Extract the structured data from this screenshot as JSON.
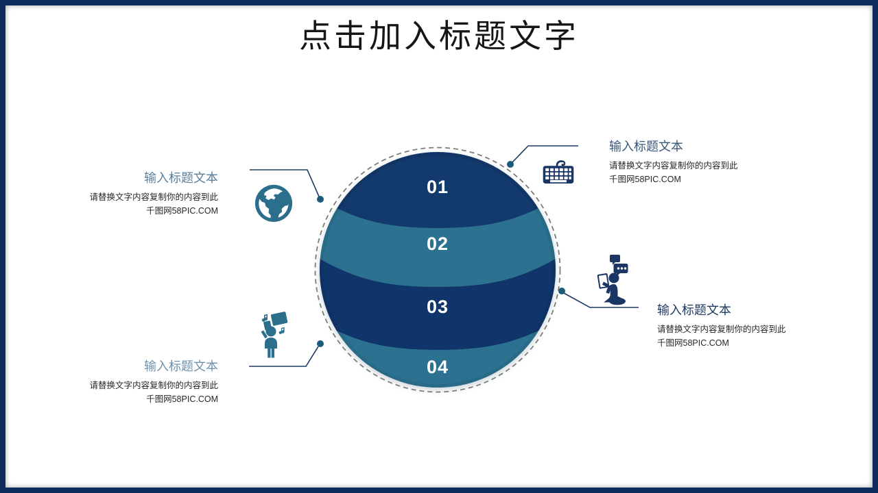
{
  "slide": {
    "title": "点击加入标题文字",
    "frame_color": "#0e2c5c",
    "background_color": "#ffffff"
  },
  "sphere": {
    "dashed_ring_color": "#7c7c74",
    "segments": [
      {
        "number": "01",
        "color": "#133a6d",
        "tone": "dark"
      },
      {
        "number": "02",
        "color": "#2c7290",
        "tone": "teal"
      },
      {
        "number": "03",
        "color": "#10356a",
        "tone": "dark"
      },
      {
        "number": "04",
        "color": "#2c7290",
        "tone": "teal"
      }
    ],
    "highlight_cap_color": "#dde3ec"
  },
  "blocks": [
    {
      "id": "top-left",
      "heading": "输入标题文本",
      "heading_color": "#5d7f9a",
      "line1": "请替换文字内容复制你的内容到此",
      "line2": "千图网58PIC.COM",
      "icon": "globe-icon",
      "icon_color": "#2c6f8d"
    },
    {
      "id": "bottom-left",
      "heading": "输入标题文本",
      "heading_color": "#6f93ad",
      "line1": "请替换文字内容复制你的内容到此",
      "line2": "千图网58PIC.COM",
      "icon": "person-music-icon",
      "icon_color": "#2c6f8d"
    },
    {
      "id": "top-right",
      "heading": "输入标题文本",
      "heading_color": "#3a5878",
      "line1": "请替换文字内容复制你的内容到此",
      "line2": "千图网58PIC.COM",
      "icon": "keyboard-icon",
      "icon_color": "#1b3564"
    },
    {
      "id": "bottom-right",
      "heading": "输入标题文本",
      "heading_color": "#1f3a60",
      "line1": "请替换文字内容复制你的内容到此",
      "line2": "千图网58PIC.COM",
      "icon": "person-tablet-icon",
      "icon_color": "#1b3564"
    }
  ],
  "connectors": {
    "line_color": "#1b3964",
    "dot_color": "#1b5a78"
  }
}
